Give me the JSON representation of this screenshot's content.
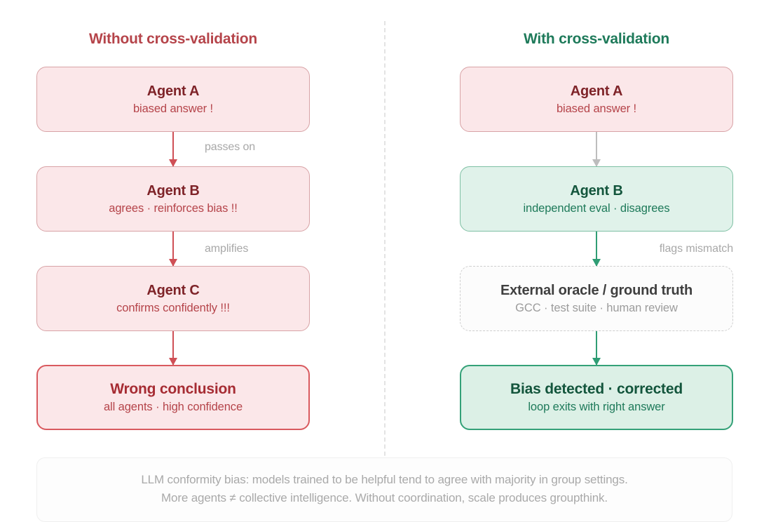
{
  "columns": [
    {
      "heading": "Without cross-validation",
      "heading_color": "#b5444a",
      "nodes": [
        {
          "title": "Agent A",
          "sub": "biased answer !",
          "style": "pink"
        },
        {
          "title": "Agent B",
          "sub": "agrees · reinforces bias !!",
          "style": "pink"
        },
        {
          "title": "Agent C",
          "sub": "confirms confidently !!!",
          "style": "pink"
        },
        {
          "title": "Wrong conclusion",
          "sub": "all agents · high confidence",
          "style": "pink-strong"
        }
      ],
      "edges": [
        {
          "label": "passes on",
          "color": "#cf5056"
        },
        {
          "label": "amplifies",
          "color": "#cf5056"
        },
        {
          "label": "",
          "color": "#cf5056"
        }
      ]
    },
    {
      "heading": "With cross-validation",
      "heading_color": "#1e7a5a",
      "nodes": [
        {
          "title": "Agent A",
          "sub": "biased answer !",
          "style": "pink"
        },
        {
          "title": "Agent B",
          "sub": "independent eval · disagrees",
          "style": "green"
        },
        {
          "title": "External oracle / ground truth",
          "sub": "GCC · test suite · human review",
          "style": "dashed"
        },
        {
          "title": "Bias detected · corrected",
          "sub": "loop exits with right answer",
          "style": "green-strong"
        }
      ],
      "edges": [
        {
          "label": "",
          "color": "#bdbdbd"
        },
        {
          "label": "flags mismatch",
          "color": "#2f9d74"
        },
        {
          "label": "",
          "color": "#2f9d74"
        }
      ]
    }
  ],
  "footer": {
    "line1": "LLM conformity bias: models trained to be helpful tend to agree with majority in group settings.",
    "line2": "More agents ≠ collective intelligence. Without coordination, scale produces groupthink."
  },
  "palette": {
    "pink_fill": "#fbe7e9",
    "pink_border": "#d8a3a6",
    "pink_strong_border": "#d95a5f",
    "red_text": "#b5444a",
    "red_title": "#7e2328",
    "green_fill": "#e0f2ea",
    "green_border": "#7fc0a4",
    "green_strong_border": "#34a178",
    "green_text": "#1e7a5a",
    "green_title": "#13553c",
    "neutral_text": "#a8a8a8",
    "arrow_red": "#cf5056",
    "arrow_grey": "#bdbdbd",
    "arrow_green": "#2f9d74",
    "background": "#ffffff"
  }
}
